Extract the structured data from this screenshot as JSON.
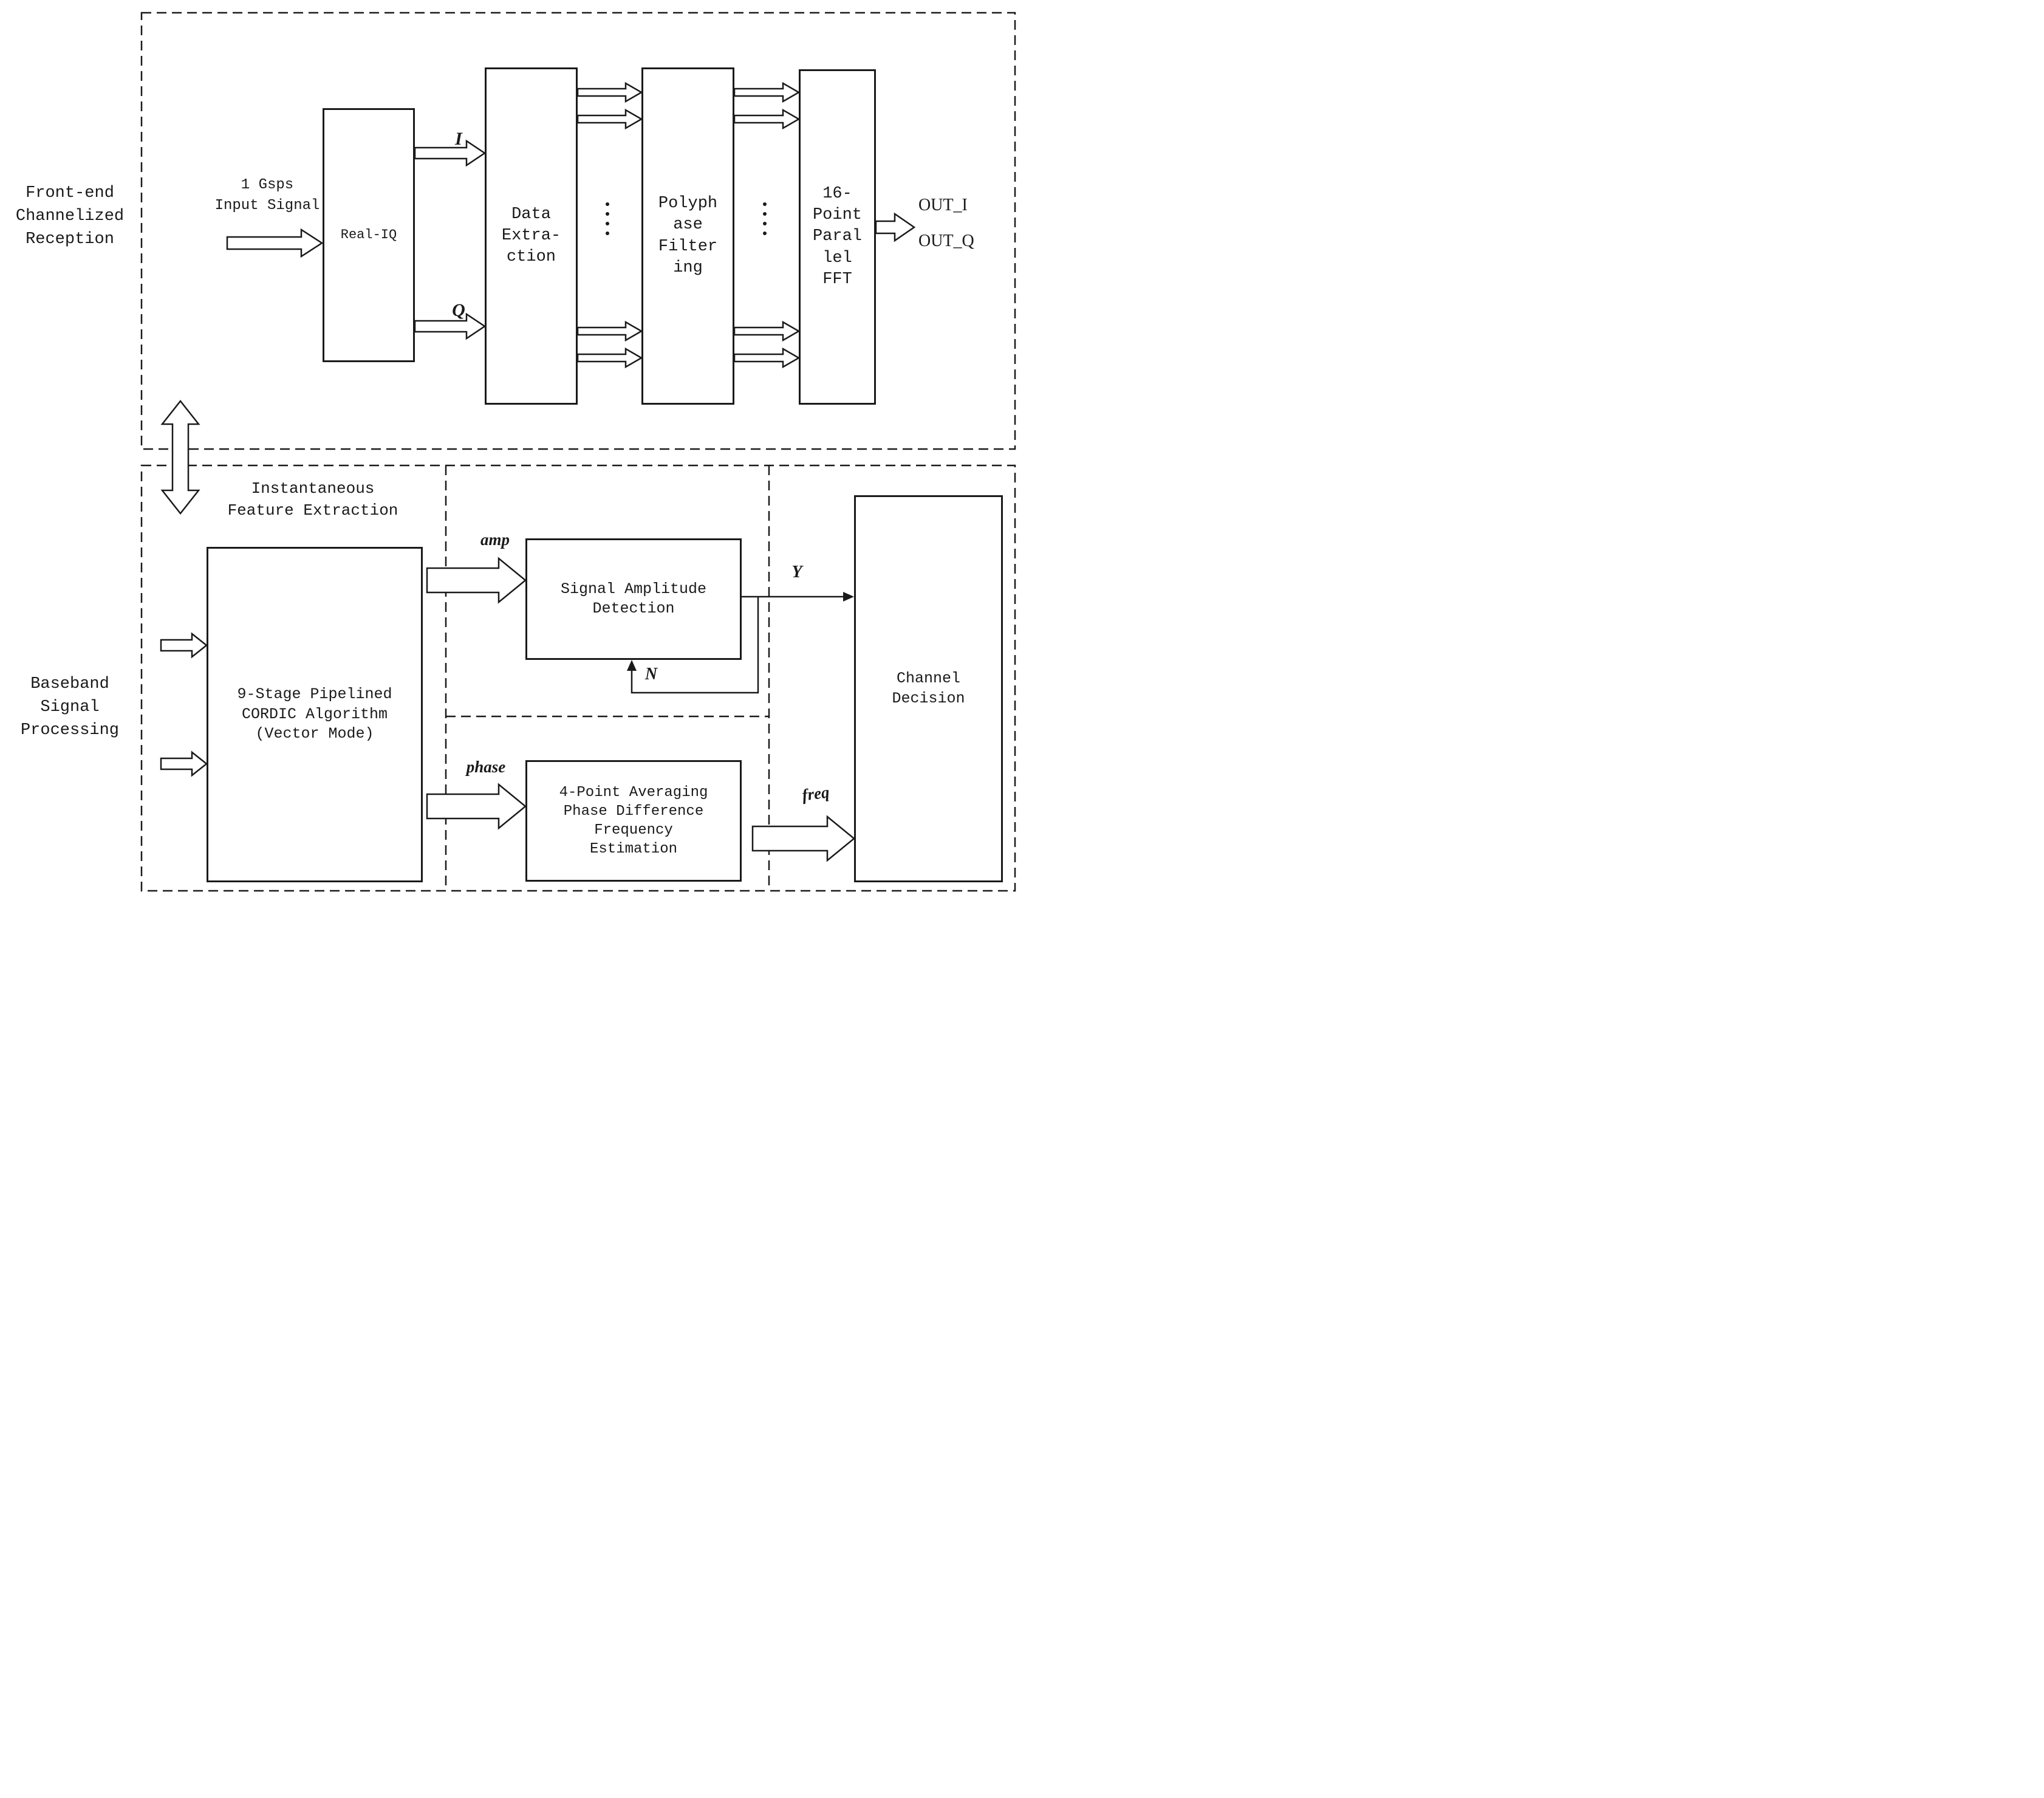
{
  "colors": {
    "line": "#1a1a1a",
    "background": "#ffffff"
  },
  "sections": {
    "front_end": "Front-end\nChannelized\nReception",
    "baseband": "Baseband\nSignal\nProcessing",
    "instantaneous": "Instantaneous\nFeature Extraction"
  },
  "blocks": {
    "real_iq": "Real-IQ",
    "data_extraction": "Data\nExtra-\nction",
    "polyphase": "Polyph\nase\nFilter\ning",
    "fft": "16-\nPoint\nParal\nlel\nFFT",
    "cordic": "9-Stage Pipelined\nCORDIC Algorithm\n(Vector Mode)",
    "amplitude_detection": "Signal Amplitude\nDetection",
    "phase_frequency": "4-Point Averaging\nPhase Difference\nFrequency\nEstimation",
    "channel_decision": "Channel\nDecision"
  },
  "signals": {
    "input": "1 Gsps\nInput Signal",
    "i": "I",
    "q": "Q",
    "out_i": "OUT_I",
    "out_q": "OUT_Q",
    "amp": "amp",
    "phase": "phase",
    "freq": "freq",
    "y": "Y",
    "n": "N"
  }
}
